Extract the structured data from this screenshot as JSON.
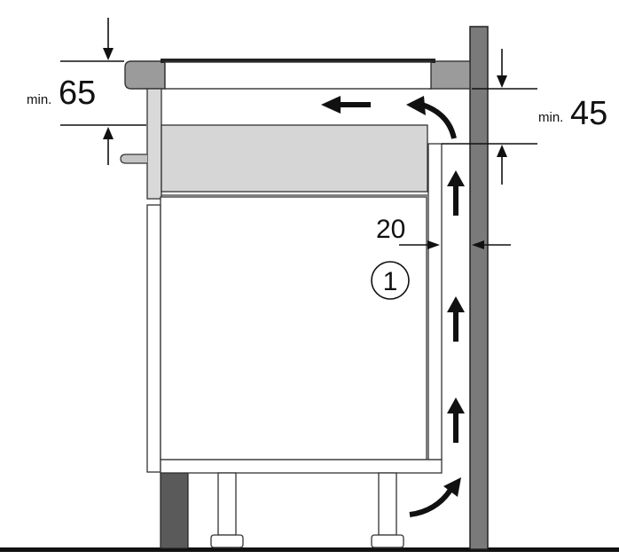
{
  "dimensions": {
    "left_min_prefix": "min.",
    "left_value": "65",
    "right_min_prefix": "min.",
    "right_value": "45",
    "gap_value": "20"
  },
  "callout": {
    "number": "1"
  }
}
